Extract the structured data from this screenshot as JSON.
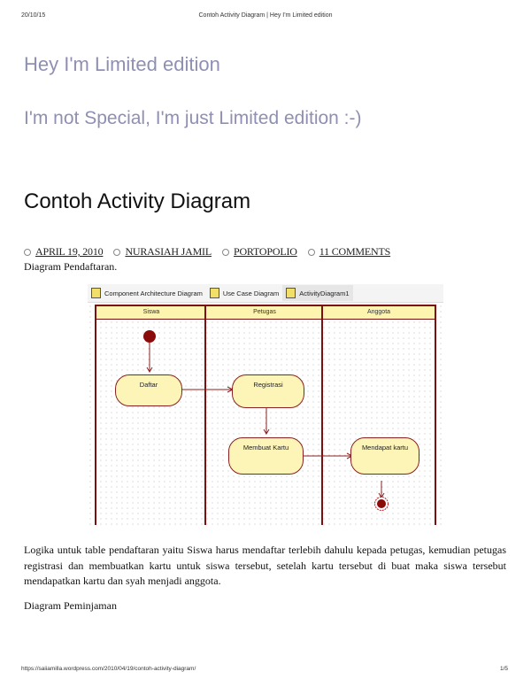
{
  "print_header": {
    "date": "20/10/15",
    "title": "Contoh Activity Diagram | Hey I'm Limited edition"
  },
  "site": {
    "title": "Hey I'm Limited edition",
    "tagline": "I'm not Special, I'm just Limited edition :-)"
  },
  "post": {
    "title": "Contoh Activity Diagram",
    "meta": {
      "date": "APRIL 19, 2010",
      "author": "NURASIAH JAMIL",
      "category": "PORTOPOLIO",
      "comments": "11 COMMENTS"
    },
    "caption_1": "Diagram Pendaftaran.",
    "figure": {
      "tabs": [
        "Component Architecture Diagram",
        "Use Case Diagram",
        "ActivityDiagram1"
      ],
      "lanes": [
        "Siswa",
        "Petugas",
        "Anggota"
      ],
      "nodes": {
        "daftar": "Daftar",
        "registrasi": "Registrasi",
        "membuat_kartu": "Membuat Kartu",
        "mendapat_kartu": "Mendapat kartu"
      },
      "colors": {
        "lane_border": "#7a1010",
        "node_fill": "#fdf5b8",
        "lane_header": "#fdf4b0"
      }
    },
    "paragraph": "Logika untuk table pendaftaran yaitu Siswa harus mendaftar terlebih dahulu kepada petugas, kemudian petugas registrasi dan membuatkan kartu untuk siswa tersebut, setelah kartu tersebut di buat maka siswa tersebut mendapatkan kartu dan syah menjadi anggota.",
    "caption_2": "Diagram Peminjaman"
  },
  "print_footer": {
    "url": "https://saiiamilla.wordpress.com/2010/04/19/contoh-activity-diagram/",
    "page": "1/5"
  }
}
